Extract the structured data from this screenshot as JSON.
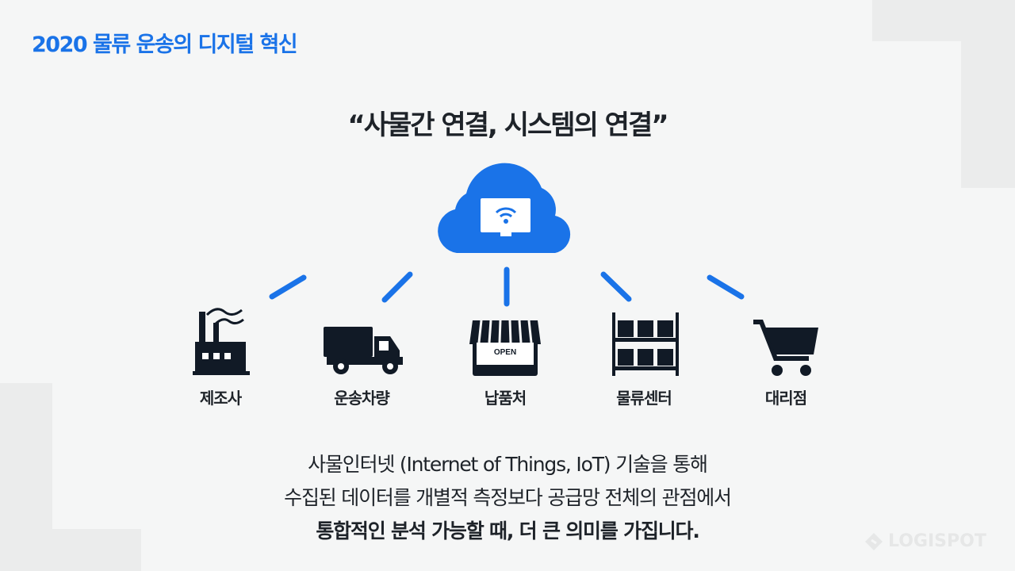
{
  "header": {
    "title": "2020 물류 운송의 디지털 혁신"
  },
  "quote": "“사물간 연결, 시스템의 연결”",
  "nodes": [
    {
      "label": "제조사",
      "icon": "factory-icon"
    },
    {
      "label": "운송차량",
      "icon": "truck-icon"
    },
    {
      "label": "납품처",
      "icon": "store-icon",
      "sign": "OPEN"
    },
    {
      "label": "물류센터",
      "icon": "warehouse-shelf-icon"
    },
    {
      "label": "대리점",
      "icon": "shopping-cart-icon"
    }
  ],
  "center_icon": "cloud-monitor-wifi-icon",
  "description": {
    "line1": "사물인터넷 (Internet of Things, IoT) 기술을 통해",
    "line2": "수집된 데이터를 개별적 측정보다 공급망 전체의 관점에서",
    "line3": "통합적인 분석 가능할 때, 더 큰 의미를 가집니다."
  },
  "brand": "LOGISPOT",
  "colors": {
    "accent": "#1a73e8",
    "text": "#1e2329",
    "icon": "#111a26"
  }
}
